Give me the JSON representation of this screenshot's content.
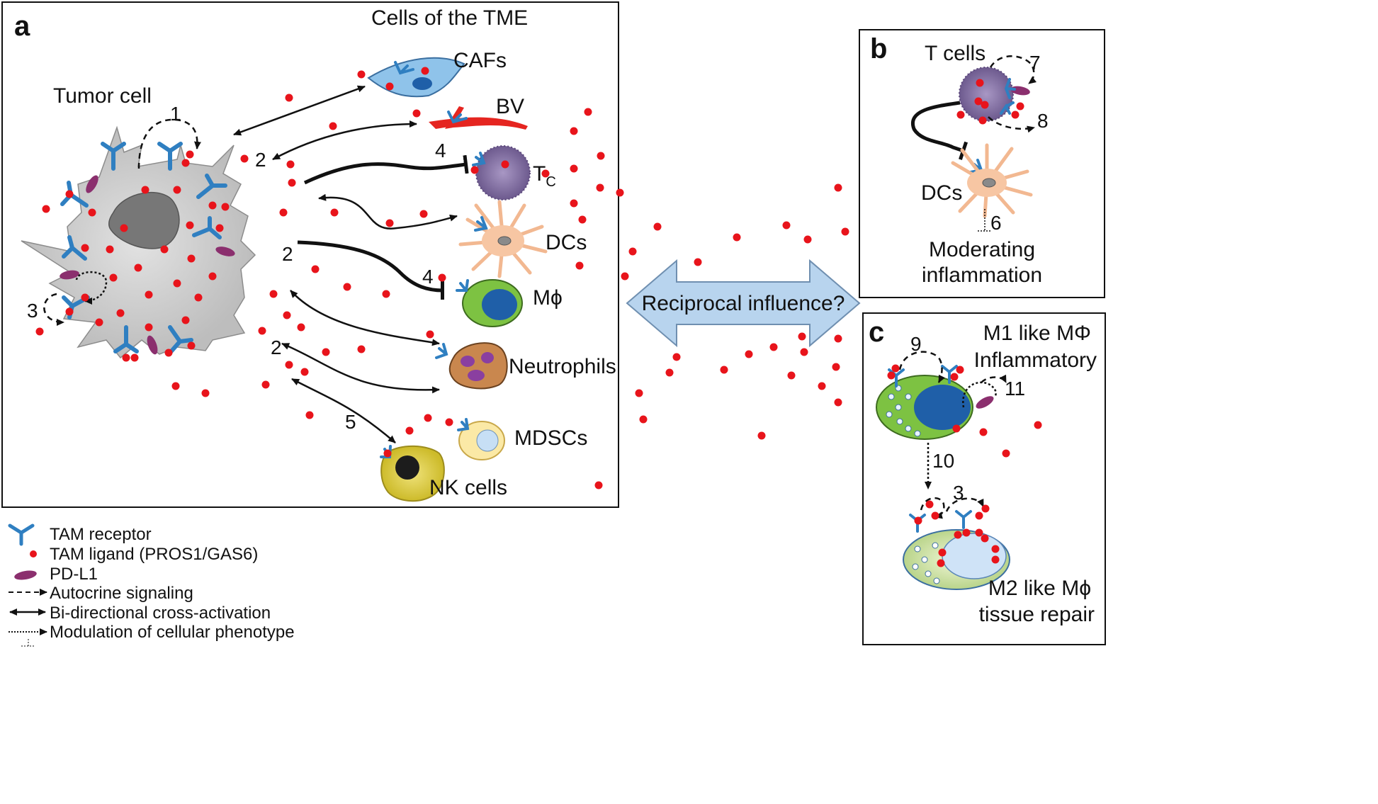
{
  "panels": {
    "a": {
      "letter": "a",
      "header": "Cells of the TME",
      "tumor_label": "Tumor cell",
      "cells": {
        "cafs": "CAFs",
        "bv": "BV",
        "tc_main": "T",
        "tc_sub": "C",
        "dcs": "DCs",
        "macrophage": "Mϕ",
        "neutrophils": "Neutrophils",
        "mdscs": "MDSCs",
        "nk": "NK cells"
      },
      "markers": {
        "n1": "1",
        "n2a": "2",
        "n2b": "2",
        "n2c": "2",
        "n3": "3",
        "n4a": "4",
        "n4b": "4",
        "n5": "5"
      }
    },
    "b": {
      "letter": "b",
      "t_cells": "T cells",
      "dcs": "DCs",
      "outcome_line1": "Moderating",
      "outcome_line2": "inflammation",
      "markers": {
        "n6": "6",
        "n7": "7",
        "n8": "8"
      }
    },
    "c": {
      "letter": "c",
      "m1_line1": "M1 like MΦ",
      "m1_line2": "Inflammatory",
      "m2_line1": "M2 like Mϕ",
      "m2_line2": "tissue repair",
      "markers": {
        "n9": "9",
        "n10": "10",
        "n11": "11",
        "n3": "3"
      }
    }
  },
  "center_arrow": {
    "label": "Reciprocal influence?"
  },
  "legend": {
    "items": [
      "TAM receptor",
      "TAM ligand (PROS1/GAS6)",
      "PD-L1",
      "Autocrine signaling",
      "Bi-directional cross-activation",
      "Modulation of cellular phenotype"
    ]
  },
  "colors": {
    "receptor": "#2f7fc1",
    "ligand": "#e8141b",
    "pdl1": "#8b2f6e",
    "tumor": "#cfcfcf",
    "caf": "#8fc3ea",
    "bv": "#e52520",
    "tcell": "#9b82b5",
    "dc": "#f7c6a3",
    "macrophage_ring": "#7dc242",
    "macrophage_nucleus": "#1f5fa8",
    "neutrophil": "#c9874e",
    "mdsc": "#fbe9a6",
    "nk": "#e3d44a",
    "arrow_fill": "#b8d4ee"
  }
}
